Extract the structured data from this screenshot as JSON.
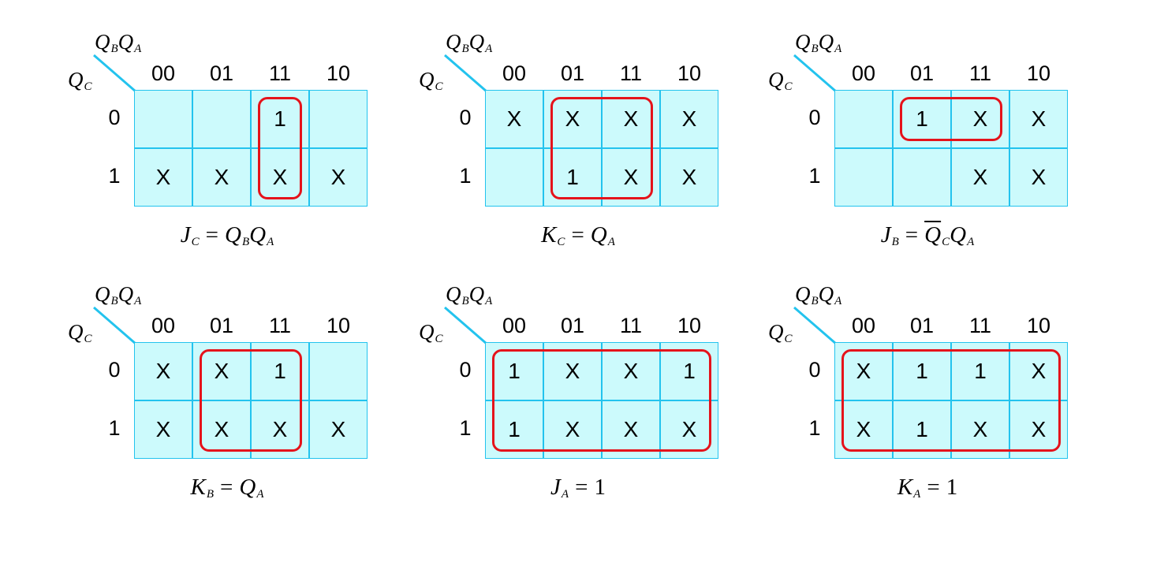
{
  "maps": [
    {
      "id": "jc",
      "row_var": {
        "base": "Q",
        "sub": "C"
      },
      "col_var": [
        {
          "base": "Q",
          "sub": "B"
        },
        {
          "base": "Q",
          "sub": "A"
        }
      ],
      "col_headers": [
        "00",
        "01",
        "11",
        "10"
      ],
      "row_headers": [
        "0",
        "1"
      ],
      "cells": [
        [
          "",
          "",
          "1",
          ""
        ],
        [
          "X",
          "X",
          "X",
          "X"
        ]
      ],
      "groups": [
        {
          "label": "Q_BQ_A",
          "col_start": 2,
          "col_end": 2,
          "row_start": 0,
          "row_end": 1
        }
      ],
      "equation": {
        "lhs": "J",
        "lhs_sub": "C",
        "eq": "=",
        "rhs": [
          {
            "base": "Q",
            "sub": "B",
            "bar": false
          },
          {
            "base": "Q",
            "sub": "A",
            "bar": false
          }
        ]
      }
    },
    {
      "id": "kc",
      "row_var": {
        "base": "Q",
        "sub": "C"
      },
      "col_var": [
        {
          "base": "Q",
          "sub": "B"
        },
        {
          "base": "Q",
          "sub": "A"
        }
      ],
      "col_headers": [
        "00",
        "01",
        "11",
        "10"
      ],
      "row_headers": [
        "0",
        "1"
      ],
      "cells": [
        [
          "X",
          "X",
          "X",
          "X"
        ],
        [
          "",
          "1",
          "X",
          "X"
        ]
      ],
      "groups": [
        {
          "label": "Q_A",
          "col_start": 1,
          "col_end": 2,
          "row_start": 0,
          "row_end": 1
        }
      ],
      "equation": {
        "lhs": "K",
        "lhs_sub": "C",
        "eq": "=",
        "rhs": [
          {
            "base": "Q",
            "sub": "A",
            "bar": false
          }
        ]
      }
    },
    {
      "id": "jb",
      "row_var": {
        "base": "Q",
        "sub": "C"
      },
      "col_var": [
        {
          "base": "Q",
          "sub": "B"
        },
        {
          "base": "Q",
          "sub": "A"
        }
      ],
      "col_headers": [
        "00",
        "01",
        "11",
        "10"
      ],
      "row_headers": [
        "0",
        "1"
      ],
      "cells": [
        [
          "",
          "1",
          "X",
          "X"
        ],
        [
          "",
          "",
          "X",
          "X"
        ]
      ],
      "groups": [
        {
          "label": "Q_C'Q_A",
          "col_start": 1,
          "col_end": 2,
          "row_start": 0,
          "row_end": 0
        }
      ],
      "equation": {
        "lhs": "J",
        "lhs_sub": "B",
        "eq": "=",
        "rhs": [
          {
            "base": "Q",
            "sub": "C",
            "bar": true
          },
          {
            "base": "Q",
            "sub": "A",
            "bar": false
          }
        ]
      }
    },
    {
      "id": "kb",
      "row_var": {
        "base": "Q",
        "sub": "C"
      },
      "col_var": [
        {
          "base": "Q",
          "sub": "B"
        },
        {
          "base": "Q",
          "sub": "A"
        }
      ],
      "col_headers": [
        "00",
        "01",
        "11",
        "10"
      ],
      "row_headers": [
        "0",
        "1"
      ],
      "cells": [
        [
          "X",
          "X",
          "1",
          ""
        ],
        [
          "X",
          "X",
          "X",
          "X"
        ]
      ],
      "groups": [
        {
          "label": "Q_A",
          "col_start": 1,
          "col_end": 2,
          "row_start": 0,
          "row_end": 1
        }
      ],
      "equation": {
        "lhs": "K",
        "lhs_sub": "B",
        "eq": "=",
        "rhs": [
          {
            "base": "Q",
            "sub": "A",
            "bar": false
          }
        ]
      }
    },
    {
      "id": "ja",
      "row_var": {
        "base": "Q",
        "sub": "C"
      },
      "col_var": [
        {
          "base": "Q",
          "sub": "B"
        },
        {
          "base": "Q",
          "sub": "A"
        }
      ],
      "col_headers": [
        "00",
        "01",
        "11",
        "10"
      ],
      "row_headers": [
        "0",
        "1"
      ],
      "cells": [
        [
          "1",
          "X",
          "X",
          "1"
        ],
        [
          "1",
          "X",
          "X",
          "X"
        ]
      ],
      "groups": [
        {
          "label": "1",
          "col_start": 0,
          "col_end": 3,
          "row_start": 0,
          "row_end": 1
        }
      ],
      "equation": {
        "lhs": "J",
        "lhs_sub": "A",
        "eq": "=",
        "rhs": [
          {
            "base": "1",
            "sub": "",
            "bar": false
          }
        ]
      }
    },
    {
      "id": "ka",
      "row_var": {
        "base": "Q",
        "sub": "C"
      },
      "col_var": [
        {
          "base": "Q",
          "sub": "B"
        },
        {
          "base": "Q",
          "sub": "A"
        }
      ],
      "col_headers": [
        "00",
        "01",
        "11",
        "10"
      ],
      "row_headers": [
        "0",
        "1"
      ],
      "cells": [
        [
          "X",
          "1",
          "1",
          "X"
        ],
        [
          "X",
          "1",
          "X",
          "X"
        ]
      ],
      "groups": [
        {
          "label": "1",
          "col_start": 0,
          "col_end": 3,
          "row_start": 0,
          "row_end": 1
        }
      ],
      "equation": {
        "lhs": "K",
        "lhs_sub": "A",
        "eq": "=",
        "rhs": [
          {
            "base": "1",
            "sub": "",
            "bar": false
          }
        ]
      }
    }
  ],
  "colors": {
    "cell_fill": "#ccfafc",
    "grid_line": "#23c3ee",
    "group_loop": "#e5131b"
  }
}
